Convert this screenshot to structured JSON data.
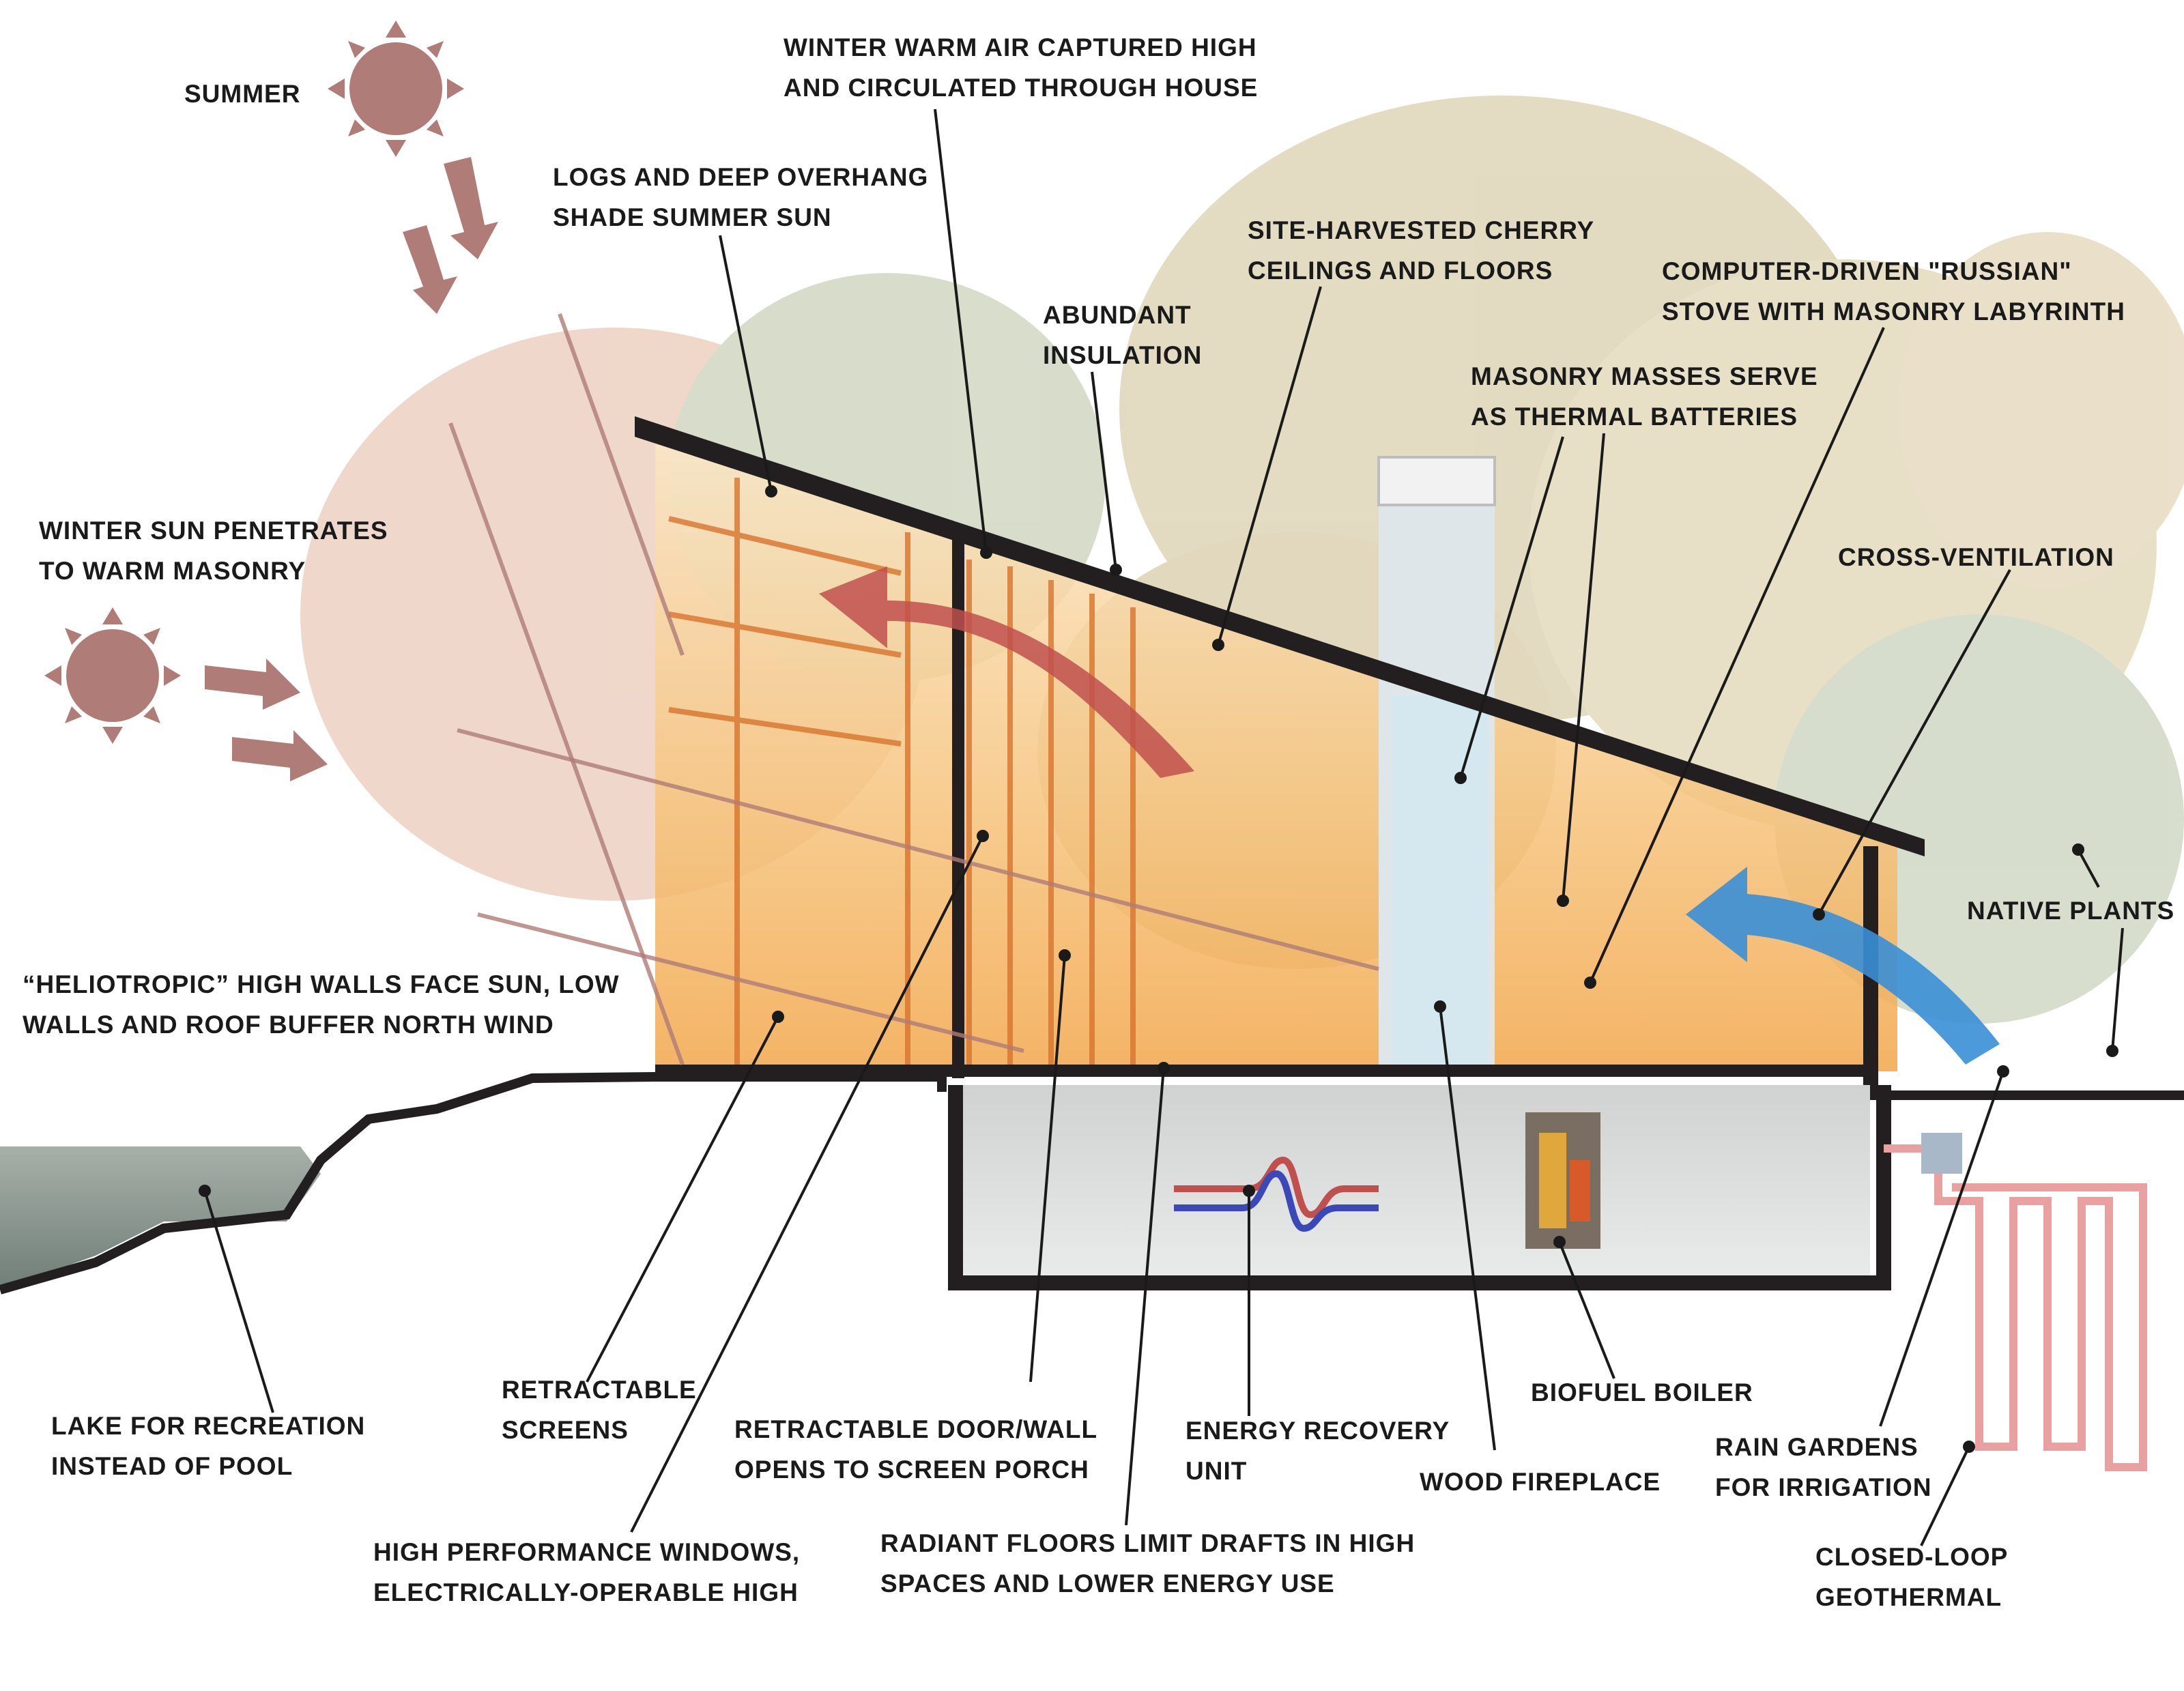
{
  "colors": {
    "roof": "#231f20",
    "sun": "#b07c78",
    "sun_arrow": "#b07c78",
    "warm_air": "#c0504d",
    "cool_air": "#3a8fd6",
    "interior_glow": "#f5b25a",
    "tree_foliage": "#c9b98a",
    "geothermal_pipe": "#e08a8a",
    "leader": "#1a1a1a"
  },
  "icons": {
    "summer_sun": "sun-icon",
    "winter_sun": "sun-icon",
    "boiler": "biofuel-boiler-icon",
    "erv": "energy-recovery-unit-icon"
  },
  "labels": {
    "summer": [
      "SUMMER"
    ],
    "winter_warm_air": [
      "WINTER WARM AIR CAPTURED HIGH",
      "AND CIRCULATED THROUGH HOUSE"
    ],
    "logs_overhang": [
      "LOGS AND DEEP OVERHANG",
      "SHADE SUMMER SUN"
    ],
    "cherry": [
      "SITE-HARVESTED CHERRY",
      "CEILINGS AND FLOORS"
    ],
    "russian_stove": [
      "COMPUTER-DRIVEN \"RUSSIAN\"",
      "STOVE WITH MASONRY LABYRINTH"
    ],
    "insulation": [
      "ABUNDANT",
      "INSULATION"
    ],
    "masonry_masses": [
      "MASONRY MASSES SERVE",
      "AS THERMAL BATTERIES"
    ],
    "winter_sun": [
      "WINTER SUN PENETRATES",
      "TO WARM MASONRY"
    ],
    "cross_vent": [
      "CROSS-VENTILATION"
    ],
    "native_plants": [
      "NATIVE PLANTS"
    ],
    "heliotropic": [
      "“HELIOTROPIC” HIGH WALLS FACE SUN, LOW",
      "WALLS AND ROOF BUFFER NORTH WIND"
    ],
    "lake": [
      "LAKE FOR RECREATION",
      "INSTEAD OF POOL"
    ],
    "screens": [
      "RETRACTABLE",
      "SCREENS"
    ],
    "door_wall": [
      "RETRACTABLE DOOR/WALL",
      "OPENS TO SCREEN PORCH"
    ],
    "erv": [
      "ENERGY RECOVERY",
      "UNIT"
    ],
    "boiler": [
      "BIOFUEL BOILER"
    ],
    "fireplace": [
      "WOOD FIREPLACE"
    ],
    "rain_gardens": [
      "RAIN GARDENS",
      "FOR IRRIGATION"
    ],
    "windows": [
      "HIGH PERFORMANCE WINDOWS,",
      "ELECTRICALLY-OPERABLE HIGH"
    ],
    "radiant": [
      "RADIANT FLOORS LIMIT DRAFTS IN HIGH",
      "SPACES AND LOWER ENERGY USE"
    ],
    "geothermal": [
      "CLOSED-LOOP",
      "GEOTHERMAL"
    ]
  }
}
